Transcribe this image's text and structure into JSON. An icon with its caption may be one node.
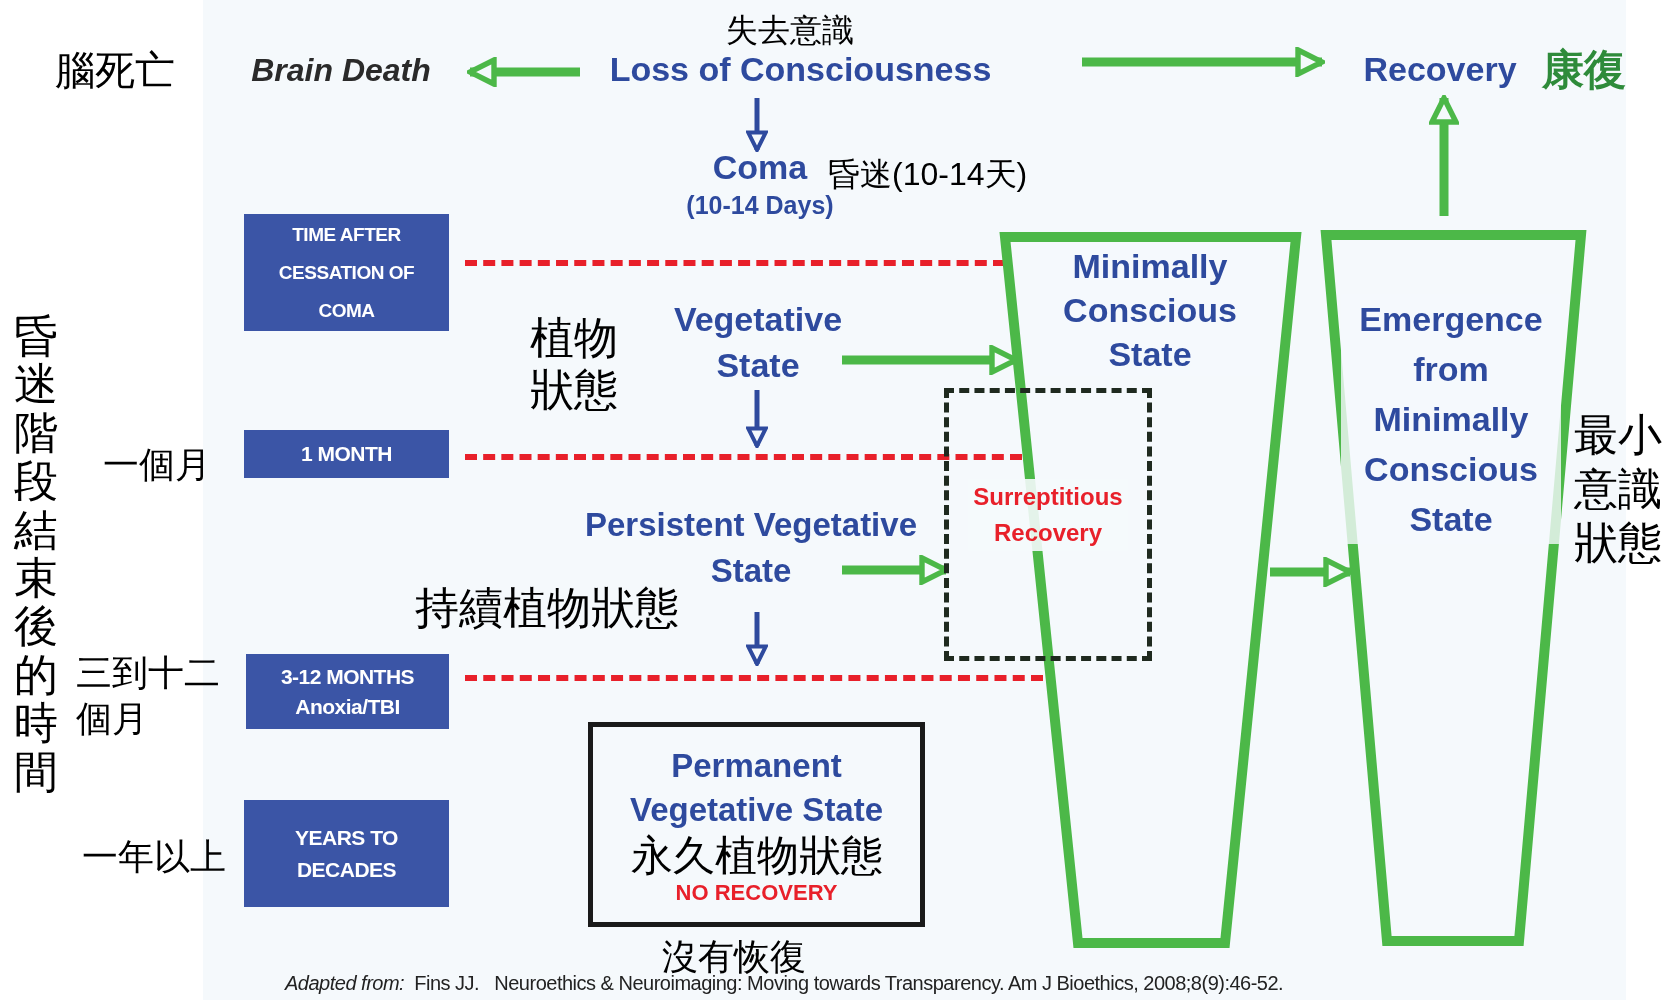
{
  "diagram": {
    "nodes": [
      {
        "text": [
          "Loss of Consciousness"
        ],
        "beside": [
          "失去意識"
        ]
      },
      {
        "text": [
          "Brain Death"
        ],
        "beside": [
          "腦死亡"
        ]
      },
      {
        "text": [
          "Recovery"
        ],
        "beside": [
          "康復"
        ]
      },
      {
        "text": [
          "Coma",
          "(10-14 Days)"
        ],
        "beside": [
          "昏迷(10-14天)"
        ]
      },
      {
        "text": [
          "Vegetative State"
        ],
        "beside": [
          "植物狀態"
        ]
      },
      {
        "text": [
          "Persistent Vegetative State"
        ],
        "beside": [
          "持續植物狀態"
        ]
      },
      {
        "text": [
          "Permanent Vegetative State",
          "永久植物狀態",
          "NO RECOVERY"
        ],
        "beside": [
          "沒有恢復"
        ]
      },
      {
        "text": [
          "Minimally Conscious State"
        ]
      },
      {
        "text": [
          "Surreptitious Recovery"
        ]
      },
      {
        "text": [
          "Emergence from Minimally Conscious State"
        ],
        "beside": [
          "最小意識狀態"
        ]
      },
      {
        "text": [
          "TIME AFTER CESSATION OF COMA"
        ]
      },
      {
        "text": [
          "1 MONTH"
        ],
        "beside": [
          "一個月"
        ]
      },
      {
        "text": [
          "3-12 MONTHS Anoxia/TBI"
        ],
        "beside": [
          "三到十二個月"
        ]
      },
      {
        "text": [
          "YEARS TO DECADES"
        ],
        "beside": [
          "一年以上"
        ]
      }
    ],
    "edges": [
      {
        "from": 0,
        "to": 1,
        "arrow": "to"
      },
      {
        "from": 0,
        "to": 2,
        "arrow": "to"
      },
      {
        "from": 0,
        "to": 3,
        "arrow": "to",
        "color": "#2e4a9e"
      },
      {
        "from": 4,
        "to": 5,
        "arrow": "to",
        "color": "#2e4a9e"
      },
      {
        "from": 5,
        "to": 6,
        "arrow": "to",
        "color": "#2e4a9e"
      },
      {
        "from": 4,
        "to": 7,
        "arrow": "to"
      },
      {
        "from": 5,
        "to": 8,
        "arrow": "to"
      },
      {
        "from": 7,
        "to": 9,
        "arrow": "to"
      },
      {
        "from": 9,
        "to": 2,
        "arrow": "to"
      }
    ],
    "labels": [
      "昏迷階段結束後的時間"
    ],
    "caption": "*Adapted from:*  Fins JJ.   Neuroethics & Neuroimaging: Moving towards Transparency. Am J Bioethics, 2008;8(9):46-52."
  }
}
